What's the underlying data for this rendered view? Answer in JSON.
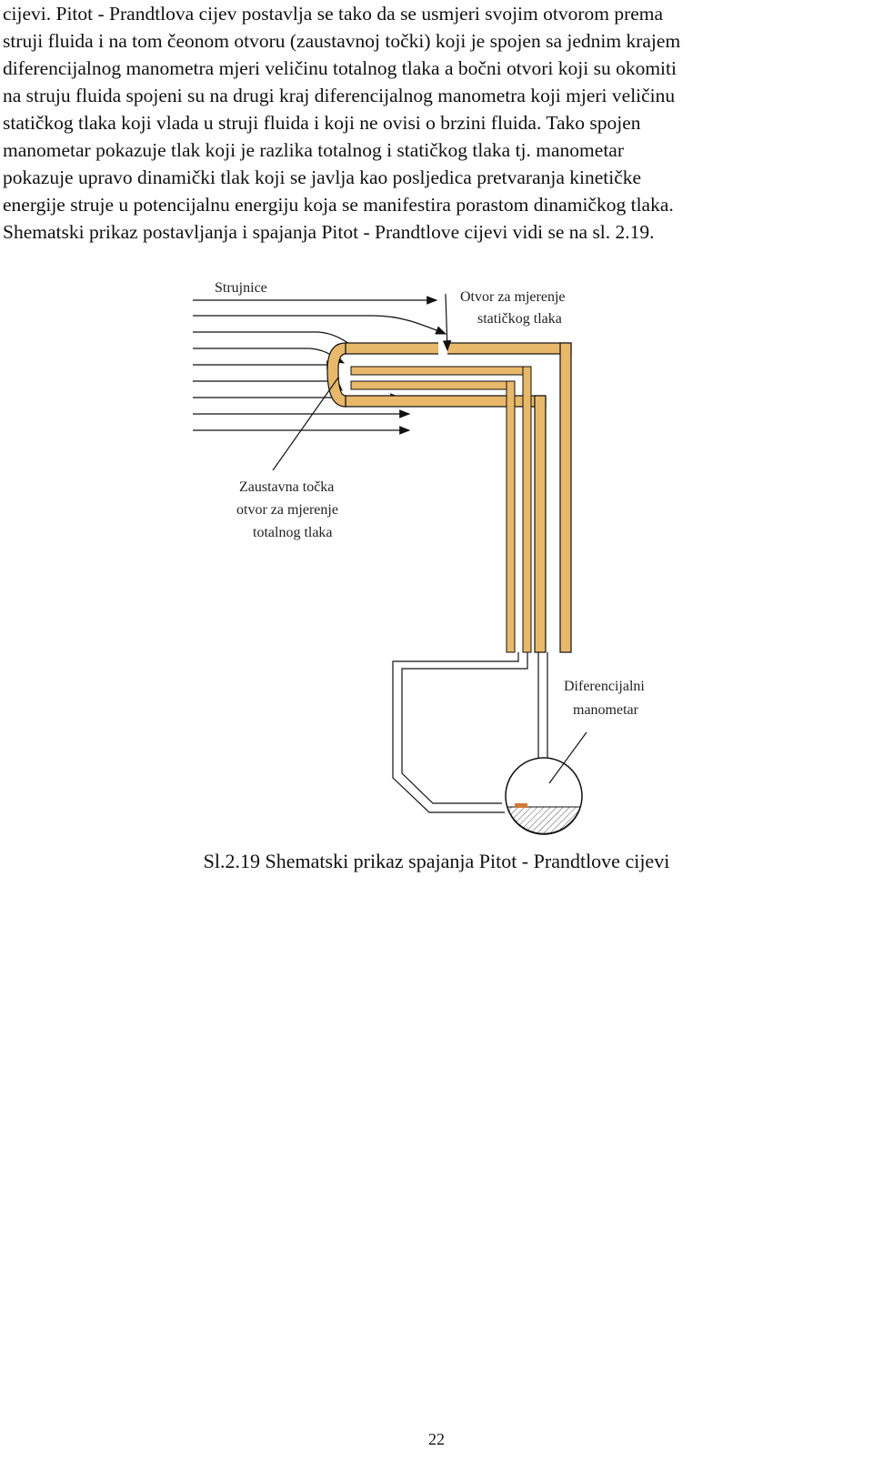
{
  "body": {
    "lines": [
      "cijevi. Pitot - Prandtlova cijev postavlja se tako da se usmjeri svojim otvorom prema",
      "struji fluida i na tom čeonom otvoru (zaustavnoj točki) koji je spojen sa jednim krajem",
      "diferencijalnog manometra mjeri veličinu totalnog tlaka a bočni otvori koji su okomiti",
      "na struju fluida spojeni su na drugi kraj diferencijalnog manometra koji mjeri veličinu",
      "statičkog tlaka koji vlada u struji fluida i koji ne ovisi o brzini fluida. Tako spojen",
      "manometar pokazuje tlak koji je razlika totalnog i statičkog tlaka tj. manometar",
      "pokazuje upravo dinamički tlak koji se javlja kao posljedica pretvaranja kinetičke",
      "energije struje u potencijalnu energiju koja se manifestira porastom dinamičkog tlaka.",
      "Shematski prikaz postavljanja i spajanja  Pitot - Prandtlove cijevi vidi se na sl. 2.19."
    ]
  },
  "figure": {
    "label_streamlines": "Strujnice",
    "label_static_line1": "Otvor za mjerenje",
    "label_static_line2": "statičkog tlaka",
    "label_stagnation_line1": "Zaustavna točka",
    "label_stagnation_line2": "otvor za mjerenje",
    "label_stagnation_line3": "totalnog tlaka",
    "label_manometer_line1": "Diferencijalni",
    "label_manometer_line2": "manometar",
    "tube_color": "#e8b96a",
    "fluid_color": "#d07a3a"
  },
  "caption": "Sl.2.19 Shematski prikaz spajanja Pitot - Prandtlove cijevi",
  "page_number": "22"
}
